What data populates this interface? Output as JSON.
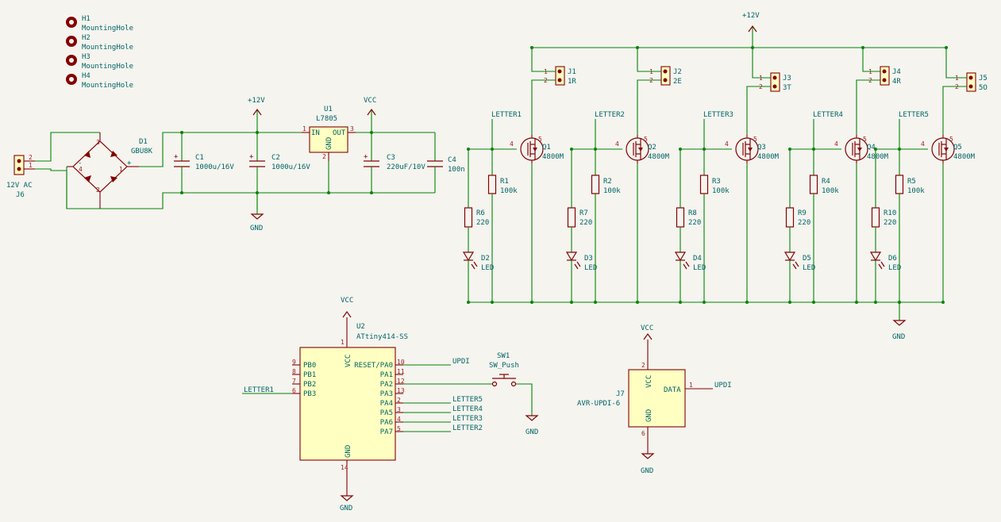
{
  "colors": {
    "background": "#f5f4ef",
    "wire": "#048404",
    "component": "#840000",
    "component_fill": "#ffffc2",
    "text": "#006464"
  },
  "mounting_holes": [
    {
      "ref": "H1",
      "value": "MountingHole"
    },
    {
      "ref": "H2",
      "value": "MountingHole"
    },
    {
      "ref": "H3",
      "value": "MountingHole"
    },
    {
      "ref": "H4",
      "value": "MountingHole"
    }
  ],
  "power": {
    "j6": {
      "ref": "J6",
      "value": "12V AC",
      "pin1": "1",
      "pin2": "2"
    },
    "d1": {
      "ref": "D1",
      "value": "GBU8K",
      "pins": [
        "1",
        "2",
        "3",
        "4"
      ],
      "plus": "+",
      "minus": "-"
    },
    "c1": {
      "ref": "C1",
      "value": "1000u/16V"
    },
    "c2": {
      "ref": "C2",
      "value": "1000u/16V"
    },
    "c3": {
      "ref": "C3",
      "value": "220uF/10V"
    },
    "c4": {
      "ref": "C4",
      "value": "100n"
    },
    "u1": {
      "ref": "U1",
      "value": "L7805",
      "in": "IN",
      "out": "OUT",
      "gnd": "GND",
      "pin_in": "1",
      "pin_out": "3",
      "pin_gnd": "2"
    },
    "plus12": "+12V",
    "vcc": "VCC",
    "gnd": "GND"
  },
  "rail_label": "+12V",
  "channels": [
    {
      "j": "J1",
      "jval": "1R",
      "q": "Q1",
      "qval": "4800M",
      "r": "R1",
      "rval": "100k",
      "rl": "R6",
      "rlval": "220",
      "d": "D2",
      "dval": "LED",
      "net": "LETTER1"
    },
    {
      "j": "J2",
      "jval": "2E",
      "q": "Q2",
      "qval": "4800M",
      "r": "R2",
      "rval": "100k",
      "rl": "R7",
      "rlval": "220",
      "d": "D3",
      "dval": "LED",
      "net": "LETTER2"
    },
    {
      "j": "J3",
      "jval": "3T",
      "q": "Q3",
      "qval": "4800M",
      "r": "R3",
      "rval": "100k",
      "rl": "R8",
      "rlval": "220",
      "d": "D4",
      "dval": "LED",
      "net": "LETTER3"
    },
    {
      "j": "J4",
      "jval": "4R",
      "q": "Q4",
      "qval": "4800M",
      "r": "R4",
      "rval": "100k",
      "rl": "R9",
      "rlval": "220",
      "d": "D5",
      "dval": "LED",
      "net": "LETTER4"
    },
    {
      "j": "J5",
      "jval": "5O",
      "q": "Q5",
      "qval": "4800M",
      "r": "R5",
      "rval": "100k",
      "rl": "R10",
      "rlval": "220",
      "d": "D6",
      "dval": "LED",
      "net": "LETTER5"
    }
  ],
  "pin_numbers": {
    "j1": "1",
    "j2": "2",
    "gate": "4",
    "body": "5"
  },
  "channel_gnd": "GND",
  "mcu": {
    "ref": "U2",
    "value": "ATtiny414-SS",
    "vcc": "VCC",
    "gnd": "GND",
    "pin_vcc": "1",
    "pin_gnd": "14",
    "left_pins": [
      {
        "name": "PB0",
        "num": "9"
      },
      {
        "name": "PB1",
        "num": "8"
      },
      {
        "name": "PB2",
        "num": "7"
      },
      {
        "name": "PB3",
        "num": "6"
      }
    ],
    "right_pins": [
      {
        "name": "RESET/PA0",
        "num": "10"
      },
      {
        "name": "PA1",
        "num": "11"
      },
      {
        "name": "PA2",
        "num": "12"
      },
      {
        "name": "PA3",
        "num": "13"
      },
      {
        "name": "PA4",
        "num": "2"
      },
      {
        "name": "PA5",
        "num": "3"
      },
      {
        "name": "PA6",
        "num": "4"
      },
      {
        "name": "PA7",
        "num": "5"
      }
    ],
    "net_updi": "UPDI",
    "net_pb3": "LETTER1",
    "nets_right": [
      "LETTER5",
      "LETTER4",
      "LETTER3",
      "LETTER2"
    ],
    "vcc_label": "VCC",
    "gnd_label": "GND"
  },
  "sw1": {
    "ref": "SW1",
    "value": "SW_Push",
    "gnd": "GND"
  },
  "j7": {
    "ref": "J7",
    "value": "AVR-UPDI-6",
    "vcc": "VCC",
    "gnd": "GND",
    "data": "DATA",
    "pin_vcc": "2",
    "pin_gnd": "6",
    "pin_data": "1",
    "net": "UPDI",
    "vcc_label": "VCC",
    "gnd_label": "GND"
  }
}
